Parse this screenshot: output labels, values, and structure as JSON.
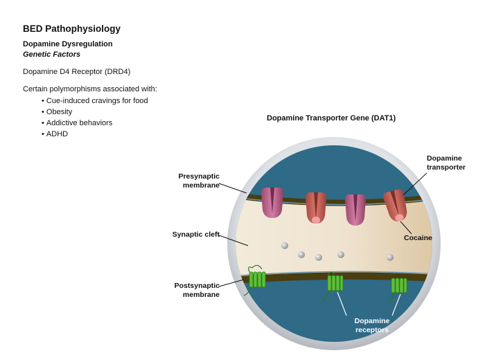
{
  "slide": {
    "title": "BED Pathophysiology",
    "subtitle": "Dopamine Dysregulation",
    "subtitle_italic": "Genetic Factors",
    "receptor": "Dopamine D4 Receptor (DRD4)",
    "intro": "Certain polymorphisms associated with:",
    "bullets": [
      "Cue-induced cravings for food",
      "Obesity",
      "Addictive behaviors",
      "ADHD"
    ]
  },
  "diagram": {
    "title": "Dopamine Transporter Gene (DAT1)",
    "labels": {
      "presynaptic_1": "Presynaptic",
      "presynaptic_2": "membrane",
      "synaptic_cleft": "Synaptic cleft",
      "postsynaptic_1": "Postsynaptic",
      "postsynaptic_2": "membrane",
      "transporter_1": "Dopamine",
      "transporter_2": "transporter",
      "cocaine": "Cocaine",
      "receptors_1": "Dopamine",
      "receptors_2": "receptors"
    },
    "colors": {
      "fluid": "#2f6a86",
      "cleft": "#efe3cf",
      "membrane": "#4a3d10",
      "transporter_pink": "#c06890",
      "transporter_red": "#c55a50",
      "receptor_green": "#5fbf3a",
      "dopamine": "#b8bcc0"
    }
  }
}
